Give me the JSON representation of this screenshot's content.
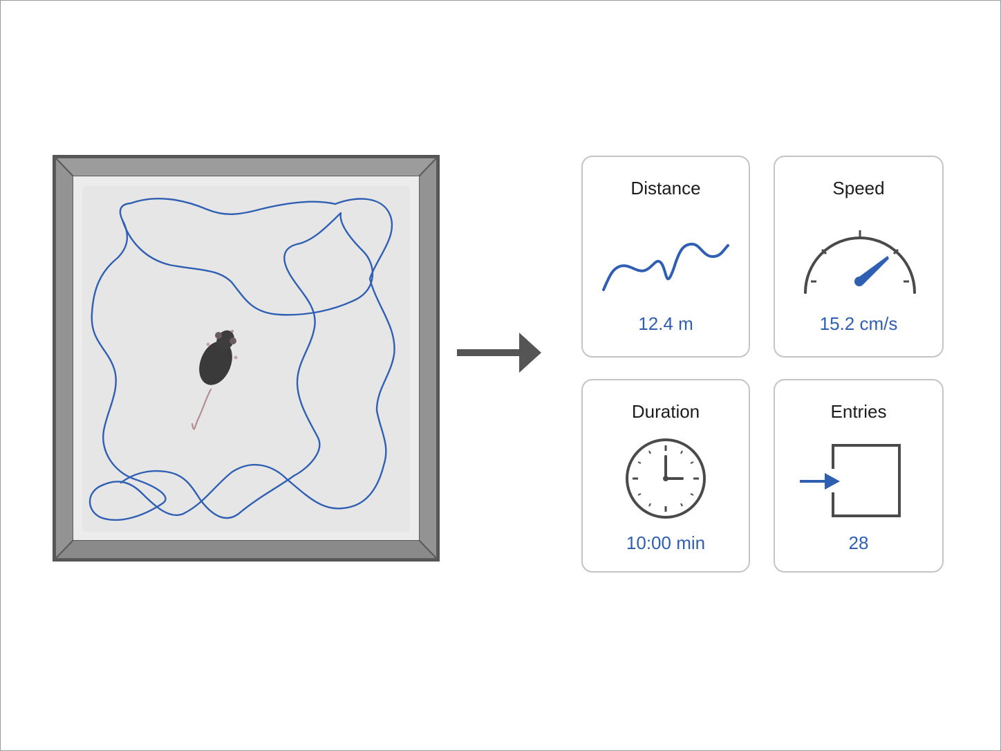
{
  "arena": {
    "description_icon": "open-field-arena-with-mouse-track",
    "track_color": "#2f5fb3",
    "wall_color": "#8e8e8e",
    "floor_color": "#ebebeb"
  },
  "flow_arrow": {
    "icon": "right-arrow-icon",
    "color": "#555555"
  },
  "metrics": {
    "distance": {
      "title": "Distance",
      "value": "12.4 m",
      "icon": "wavy-line-icon"
    },
    "speed": {
      "title": "Speed",
      "value": "15.2 cm/s",
      "icon": "speedometer-icon"
    },
    "duration": {
      "title": "Duration",
      "value": "10:00 min",
      "icon": "clock-icon"
    },
    "entries": {
      "title": "Entries",
      "value": "28",
      "icon": "entry-arrow-box-icon"
    }
  },
  "colors": {
    "accent": "#2f5fb3",
    "icon_gray": "#4a4a4a",
    "card_border": "#c4c4c4"
  }
}
